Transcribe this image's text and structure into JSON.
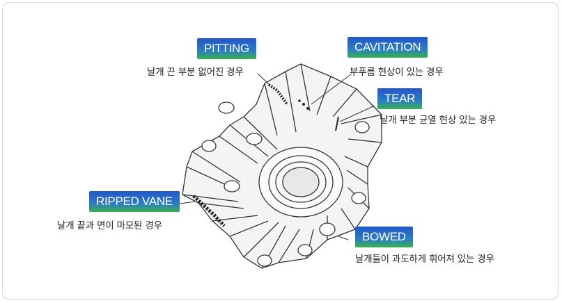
{
  "labels": {
    "pitting": {
      "title": "PITTING",
      "description": "날개 끈 부분 없어진 경우"
    },
    "cavitation": {
      "title": "CAVITATION",
      "description": "부푸름 현상이 있는 경우"
    },
    "tear": {
      "title": "TEAR",
      "description": "날개 부분 균열 현상 있는 경우"
    },
    "ripped": {
      "title": "RIPPED VANE",
      "description": "날개 끝과 면이 마모된 경우"
    },
    "bowed": {
      "title": "BOWED",
      "description": "날개들이 과도하게 휘어져 있는 경우"
    }
  },
  "colors": {
    "badge_top": "#2357c9",
    "badge_bottom": "#37b34a",
    "line": "#333333"
  }
}
